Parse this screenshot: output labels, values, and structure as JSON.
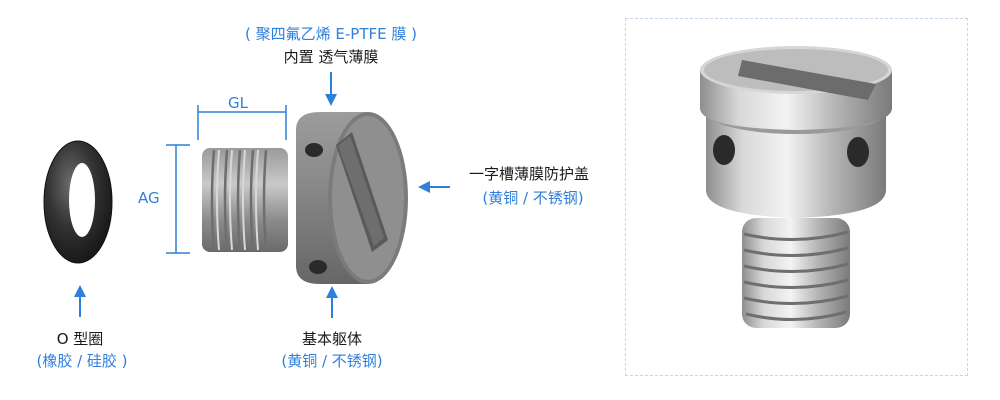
{
  "labels": {
    "membrane_material": "( 聚四氟乙烯 E-PTFE 膜 )",
    "membrane_name": "内置 透气薄膜",
    "cover_name": "一字槽薄膜防护盖",
    "cover_material": "(黄铜 / 不锈钢)",
    "oring_name": "O 型圈",
    "oring_material": "(橡胶 / 硅胶 )",
    "body_name": "基本躯体",
    "body_material": "(黄铜 / 不锈钢)"
  },
  "dimensions": {
    "gl": "GL",
    "ag": "AG"
  },
  "colors": {
    "accent": "#2f7fdc",
    "text": "#1a1a1a",
    "metal_gray": "#8d8d8d",
    "oring_black": "#2b2b2b"
  }
}
